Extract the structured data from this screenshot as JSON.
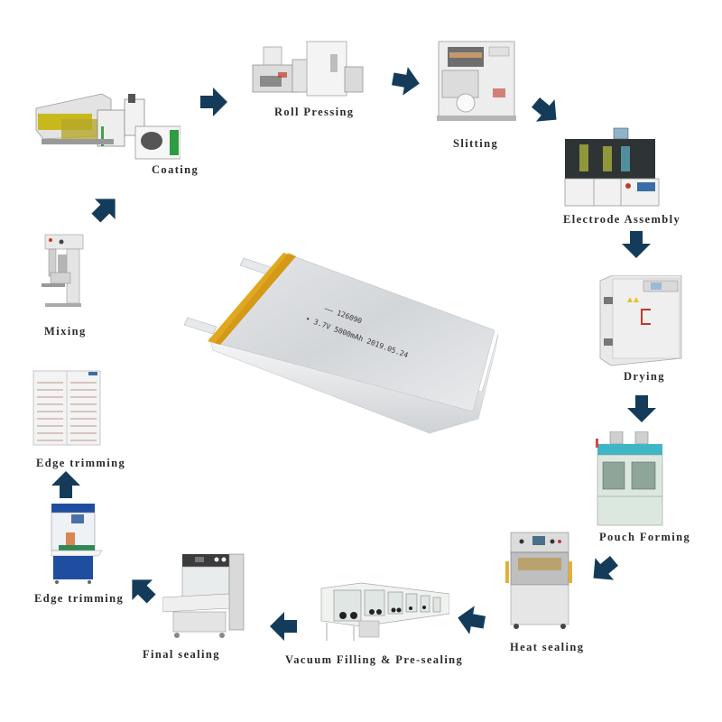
{
  "title": "Pouch lithium battery production process",
  "colors": {
    "arrow": "#143c5a",
    "label": "#2b2b2b",
    "tab_yellow": "#e0a820",
    "cell_silver": "#d7dadd"
  },
  "center_product": {
    "name": "Lithium polymer pouch cell",
    "printed_line1": "—— 126090",
    "printed_line2": "• 3.7V 5000mAh 2019.05.24"
  },
  "steps": [
    {
      "id": "coating",
      "label": "Coating"
    },
    {
      "id": "roll-pressing",
      "label": "Roll Pressing"
    },
    {
      "id": "slitting",
      "label": "Slitting"
    },
    {
      "id": "electrode-assembly",
      "label": "Electrode Assembly"
    },
    {
      "id": "drying",
      "label": "Drying"
    },
    {
      "id": "pouch-forming",
      "label": "Pouch Forming"
    },
    {
      "id": "heat-sealing",
      "label": "Heat sealing"
    },
    {
      "id": "vacuum-filling",
      "label": "Vacuum Filling & Pre-sealing"
    },
    {
      "id": "final-sealing",
      "label": "Final sealing"
    },
    {
      "id": "edge-trimming-1",
      "label": "Edge trimming"
    },
    {
      "id": "edge-trimming-2",
      "label": "Edge trimming"
    },
    {
      "id": "mixing",
      "label": "Mixing"
    }
  ],
  "arrows": [
    {
      "from": "mixing",
      "to": "coating",
      "direction": "up-right"
    },
    {
      "from": "coating",
      "to": "roll-pressing",
      "direction": "right"
    },
    {
      "from": "roll-pressing",
      "to": "slitting",
      "direction": "right"
    },
    {
      "from": "slitting",
      "to": "electrode-assembly",
      "direction": "down-right"
    },
    {
      "from": "electrode-assembly",
      "to": "drying",
      "direction": "down"
    },
    {
      "from": "drying",
      "to": "pouch-forming",
      "direction": "down"
    },
    {
      "from": "pouch-forming",
      "to": "heat-sealing",
      "direction": "down-left"
    },
    {
      "from": "heat-sealing",
      "to": "vacuum-filling",
      "direction": "left"
    },
    {
      "from": "vacuum-filling",
      "to": "final-sealing",
      "direction": "left"
    },
    {
      "from": "final-sealing",
      "to": "edge-trimming-1",
      "direction": "up-left"
    },
    {
      "from": "edge-trimming-1",
      "to": "edge-trimming-2",
      "direction": "up"
    }
  ]
}
